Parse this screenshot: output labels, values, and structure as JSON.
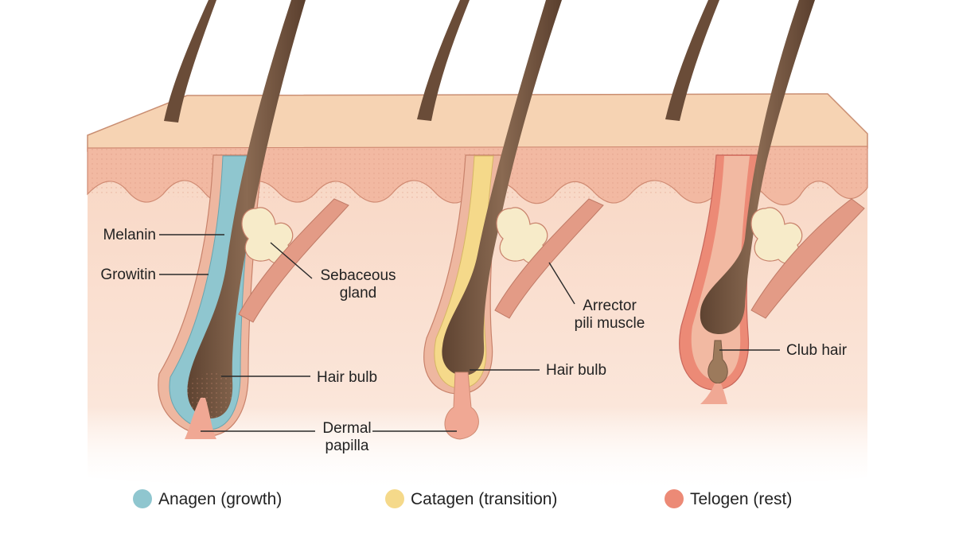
{
  "labels": {
    "melanin": "Melanin",
    "growitin": "Growitin",
    "sebaceous_line1": "Sebaceous",
    "sebaceous_line2": "gland",
    "hair_bulb_anagen": "Hair bulb",
    "dermal_line1": "Dermal",
    "dermal_line2": "papilla",
    "arrector_line1": "Arrector",
    "arrector_line2": "pili muscle",
    "hair_bulb_catagen": "Hair bulb",
    "club_hair": "Club hair"
  },
  "legend": [
    {
      "label": "Anagen (growth)",
      "color": "#8fc6cf"
    },
    {
      "label": "Catagen (transition)",
      "color": "#f5d98a"
    },
    {
      "label": "Telogen (rest)",
      "color": "#ec8a76"
    }
  ],
  "colors": {
    "skin_surface": "#f6d3b3",
    "dermis": "#f9dccb",
    "epidermis": "#f2b9a2",
    "hair": "#7a5a44",
    "muscle": "#e39b86",
    "gland": "#f7ebc9",
    "anagen_sheath": "#8fc6cf",
    "catagen_sheath": "#f5d98a",
    "telogen_sheath": "#ec8a76",
    "papilla": "#f0a894"
  }
}
